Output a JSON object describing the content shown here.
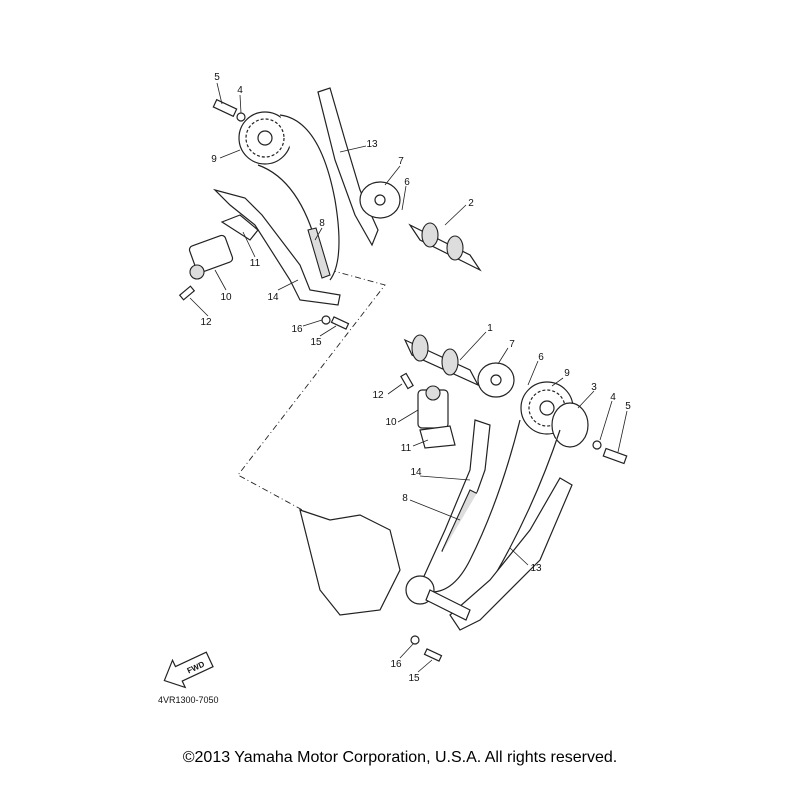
{
  "diagram_code": "4VR1300-7050",
  "fwd_label": "FWD",
  "copyright": "©2013 Yamaha Motor Corporation, U.S.A. All rights reserved.",
  "upper_callouts": [
    "5",
    "4",
    "9",
    "13",
    "7",
    "6",
    "2",
    "8",
    "11",
    "10",
    "14",
    "12",
    "16",
    "15"
  ],
  "lower_callouts": [
    "1",
    "7",
    "6",
    "9",
    "3",
    "4",
    "5",
    "12",
    "10",
    "11",
    "14",
    "8",
    "13",
    "16",
    "15"
  ]
}
